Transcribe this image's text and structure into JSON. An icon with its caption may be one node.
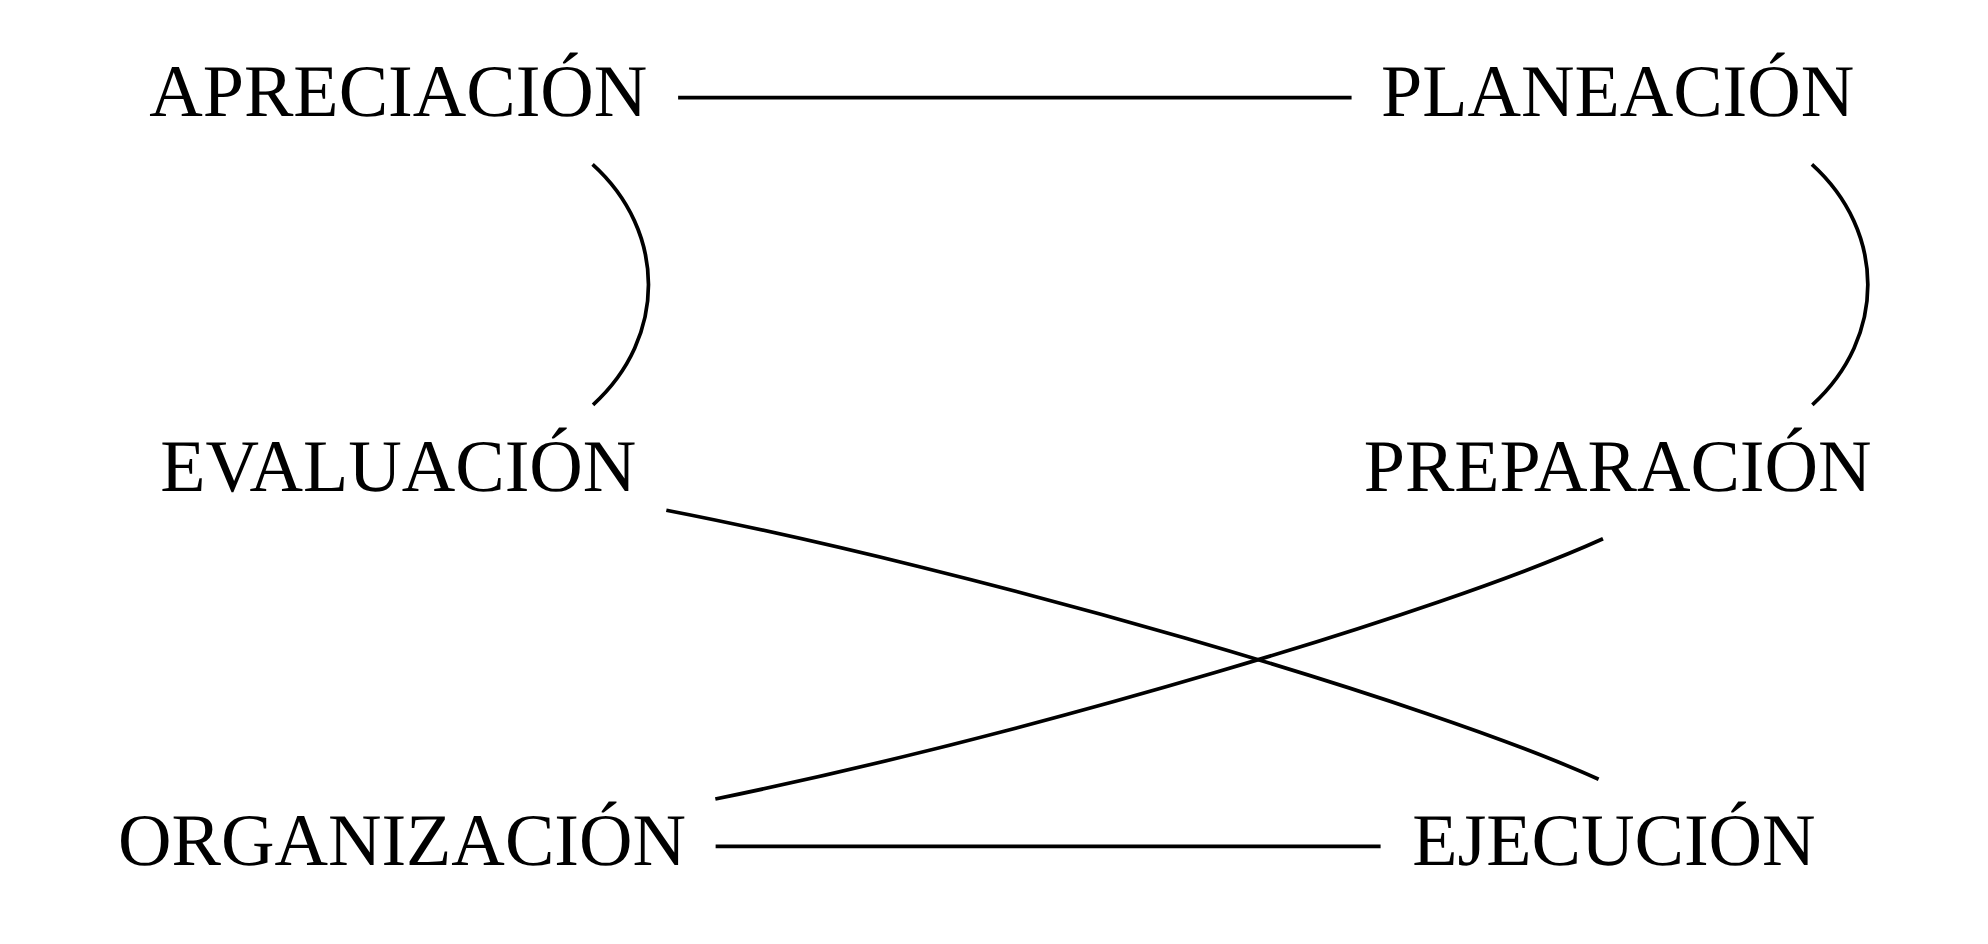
{
  "diagram": {
    "nodes": [
      {
        "text": [
          "APRECIACIÓN"
        ]
      },
      {
        "text": [
          "PLANEACIÓN"
        ]
      },
      {
        "text": [
          "EVALUACIÓN"
        ]
      },
      {
        "text": [
          "PREPARACIÓN"
        ]
      },
      {
        "text": [
          "EJECUCIÓN"
        ]
      },
      {
        "text": [
          "ORGANIZACIÓN"
        ]
      }
    ],
    "edges": [
      {
        "from": 0,
        "to": 1,
        "arrow": "none"
      },
      {
        "from": 1,
        "to": 3,
        "arrow": "none"
      },
      {
        "from": 3,
        "to": 5,
        "arrow": "none"
      },
      {
        "from": 5,
        "to": 4,
        "arrow": "none"
      },
      {
        "from": 4,
        "to": 2,
        "arrow": "none"
      },
      {
        "from": 2,
        "to": 0,
        "arrow": "none"
      }
    ]
  }
}
